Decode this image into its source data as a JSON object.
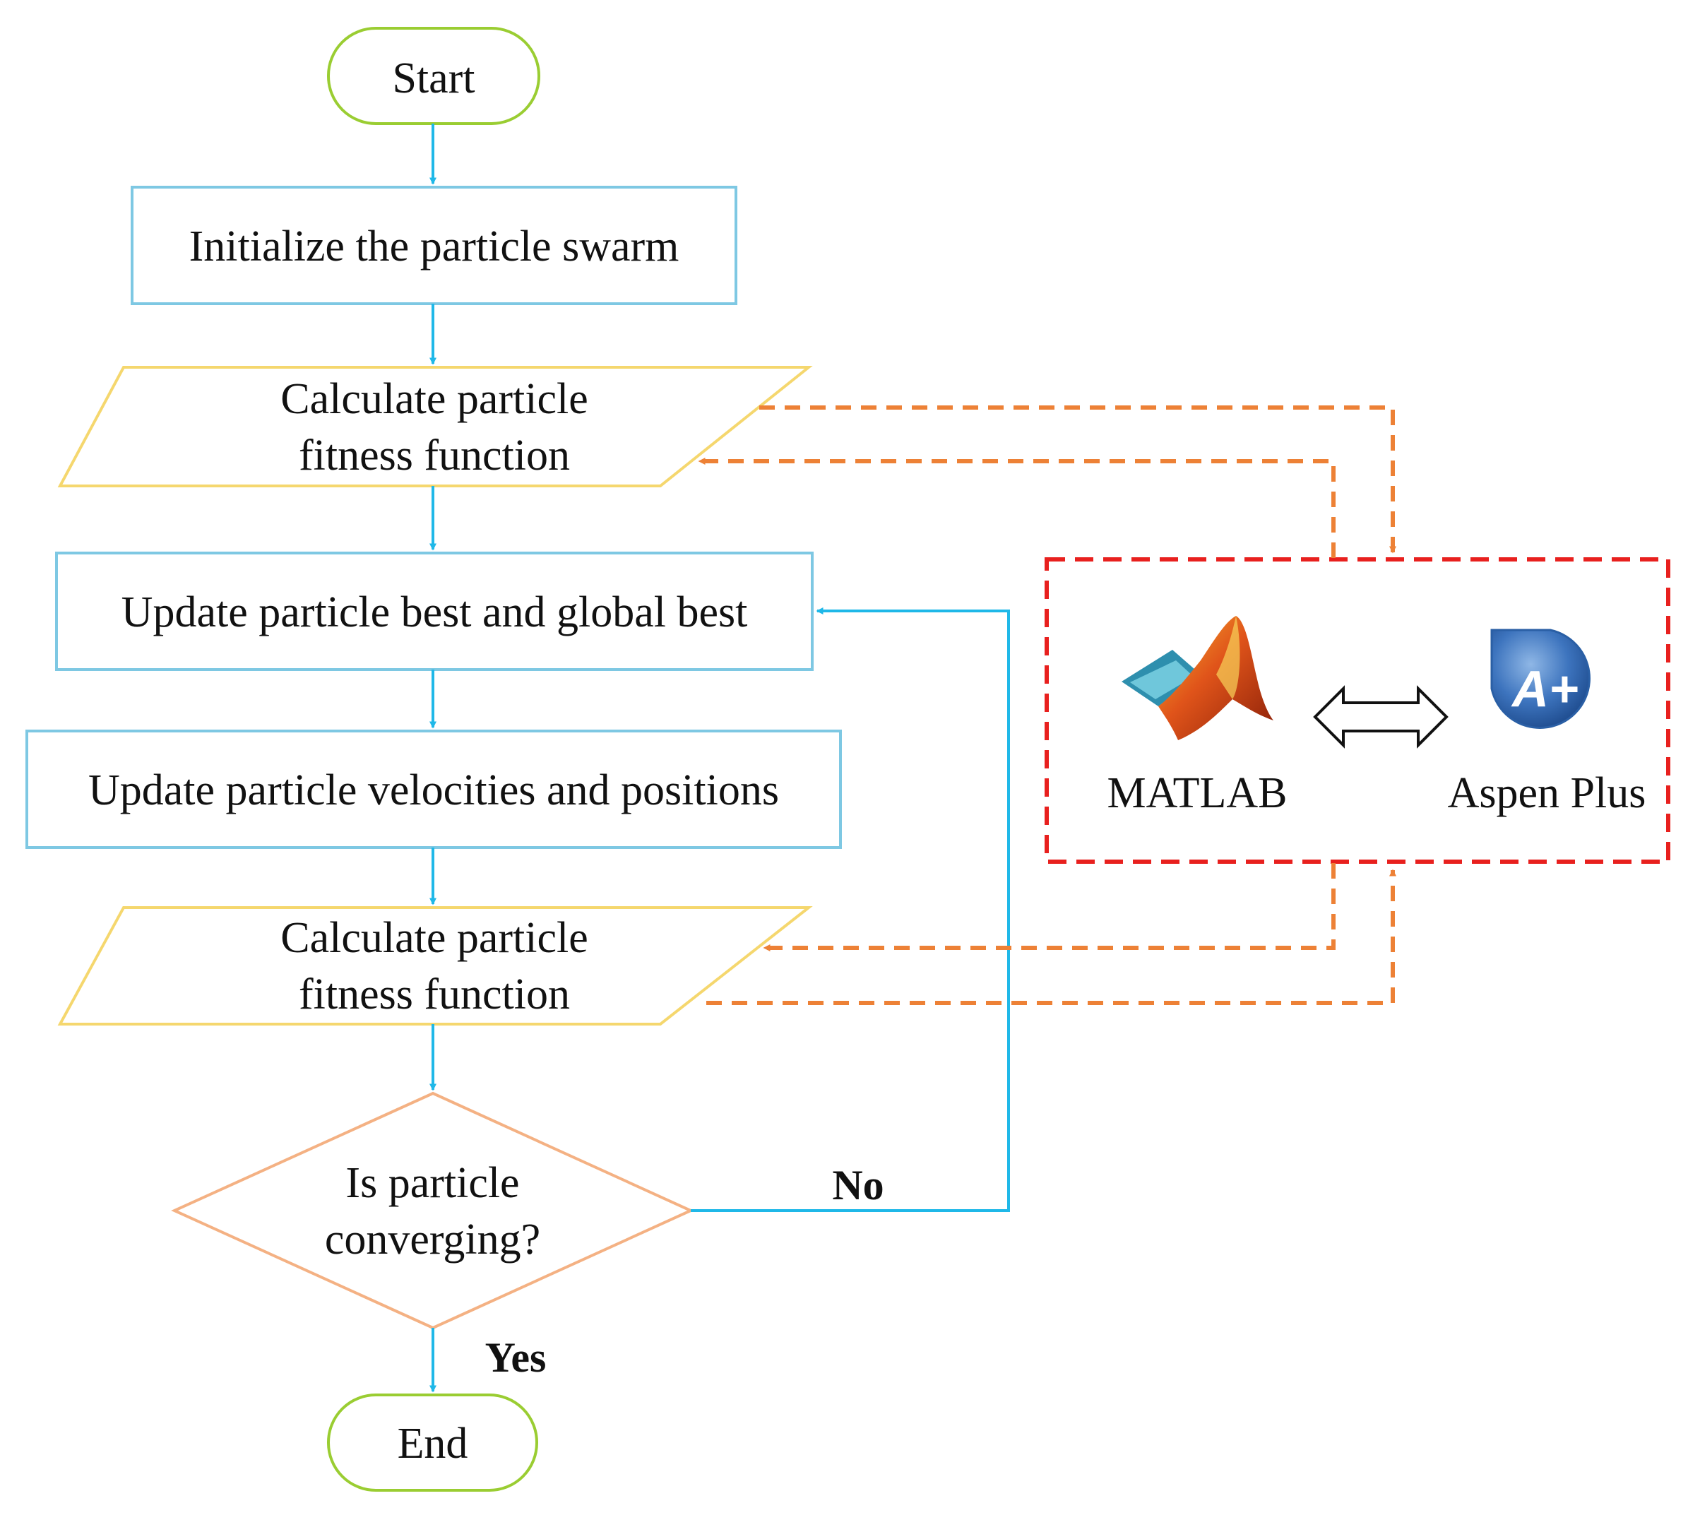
{
  "nodes": {
    "start": "Start",
    "init": "Initialize the particle swarm",
    "fitness1": [
      "Calculate particle",
      "fitness function"
    ],
    "update_best": "Update particle best and global best",
    "update_vel": "Update particle velocities and positions",
    "fitness2": [
      "Calculate particle",
      "fitness function"
    ],
    "decision": [
      "Is particle",
      "converging?"
    ],
    "end": "End"
  },
  "edges": {
    "no_label": "No",
    "yes_label": "Yes"
  },
  "tools": {
    "matlab_label": "MATLAB",
    "aspen_label": "Aspen Plus",
    "aspen_logo_text": "A+"
  },
  "colors": {
    "terminal": "#9ACD32",
    "process": "#7EC8E3",
    "io": "#F5D76E",
    "decision": "#F4B183",
    "flow_arrow": "#1FB8E8",
    "exchange_arrow": "#ED8136",
    "tool_box": "#E8201E",
    "text": "#111111"
  }
}
